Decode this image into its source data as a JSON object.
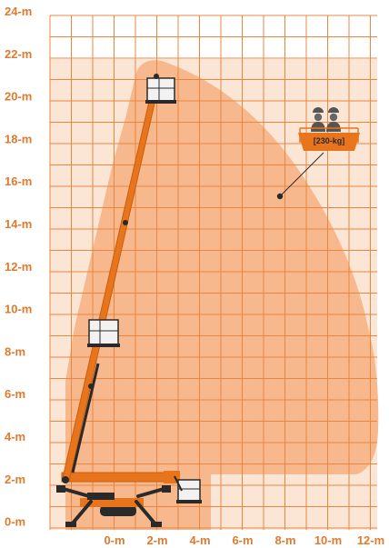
{
  "colors": {
    "grid": "#e9873f",
    "label": "#e07a2e",
    "envelope": "#f6b88c",
    "envelope_light": "#fbe6d6",
    "machine": "#e8741c",
    "machine_dark": "#2a2a2a",
    "platform_white": "#f2f2f2"
  },
  "y_axis": {
    "labels": [
      "24-m",
      "22-m",
      "20-m",
      "18-m",
      "16-m",
      "14-m",
      "12-m",
      "10-m",
      "8-m",
      "6-m",
      "4-m",
      "2-m",
      "0-m"
    ]
  },
  "x_axis": {
    "labels": [
      "0-m",
      "2-m",
      "4-m",
      "6-m",
      "8-m",
      "10-m",
      "12-m"
    ]
  },
  "callout": {
    "capacity_label": "[230-kg]",
    "icons": [
      "worker-icon",
      "worker-icon"
    ]
  },
  "machine": {
    "parts": [
      "tracked-base",
      "outriggers",
      "boom",
      "work-platform-top",
      "work-platform-mid",
      "work-platform-stowed"
    ]
  }
}
